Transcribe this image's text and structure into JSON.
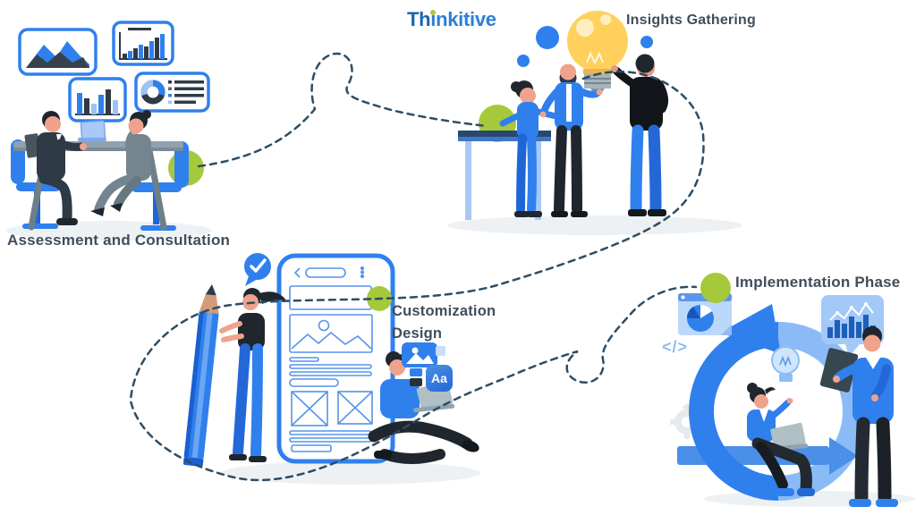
{
  "logo": {
    "part1": "Th",
    "i_stem": "ı",
    "part2": "nkitive"
  },
  "steps": [
    {
      "label": "Assessment and Consultation"
    },
    {
      "label": "Insights Gathering"
    },
    {
      "line1": "Customization",
      "line2": "Design"
    },
    {
      "label": "Implementation Phase"
    }
  ],
  "icons": {
    "typography": "Aa",
    "code": "</>"
  },
  "colors": {
    "accent_blue": "#2F80ED",
    "navy": "#263238",
    "green": "#A6C93C",
    "label_slate": "#3E4E5C",
    "light_blue": "#8ABBF7",
    "bulb_yellow": "#FFD15C",
    "connector_line": "#2E4D63"
  }
}
